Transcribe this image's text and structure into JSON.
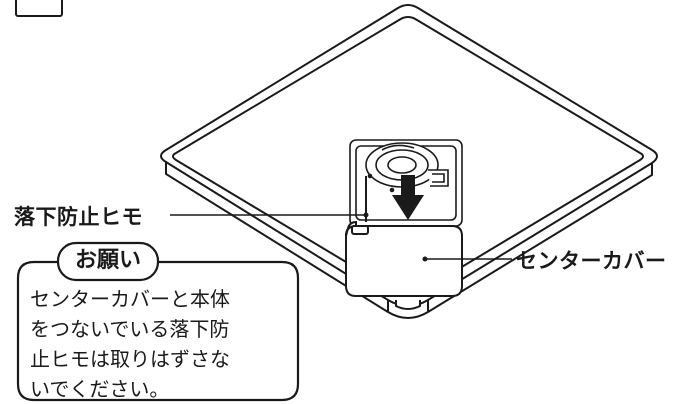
{
  "labels": {
    "falling_prevention_cord": "落下防止ヒモ",
    "center_cover": "センターカバー"
  },
  "notice": {
    "title": "お願い",
    "lines": [
      "センターカバーと本体",
      "をつないでいる落下防",
      "止ヒモは取りはずさな",
      "いでください。"
    ]
  },
  "colors": {
    "outline": "#1a1a1a",
    "accent_green": "#1f7a3a"
  }
}
